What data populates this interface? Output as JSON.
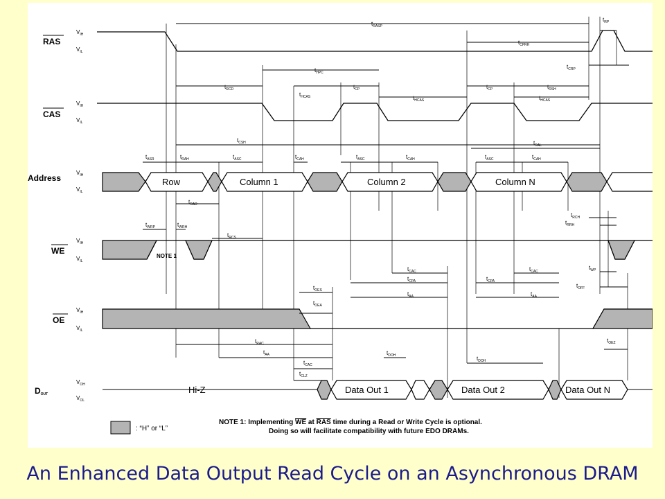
{
  "caption": "An Enhanced Data Output Read Cycle on an Asynchronous DRAM",
  "signals": {
    "ras": "RAS",
    "cas": "CAS",
    "address": "Address",
    "we": "WE",
    "oe": "OE",
    "dout": "D",
    "dout_sub": "OUT"
  },
  "levels": {
    "v": "V",
    "ih": "IH",
    "il": "IL",
    "oh": "OH",
    "ol": "OL"
  },
  "bus": {
    "row": "Row",
    "column1": "Column 1",
    "column2": "Column 2",
    "columnN": "Column N",
    "hiz": "Hi-Z",
    "dataout1": "Data Out 1",
    "dataout2": "Data Out 2",
    "dataoutN": "Data Out N"
  },
  "note1_marker": "NOTE 1",
  "timing": {
    "t": "t",
    "rasp": "RASP",
    "rp": "RP",
    "cprh": "CPRH",
    "crp": "CRP",
    "hpc": "HPC",
    "rcd": "RCD",
    "hcas": "HCAS",
    "cp": "CP",
    "rsh": "RSH",
    "csh": "CSH",
    "ral": "RAL",
    "asr": "ASR",
    "rah": "RAH",
    "asc": "ASC",
    "cah": "CAH",
    "rad": "RAD",
    "rch": "RCH",
    "rrh": "RRH",
    "wrp": "WRP",
    "wrh": "WRH",
    "rcs": "RCS",
    "cac": "CAC",
    "wp": "WP",
    "cpa": "CPA",
    "off": "OFF",
    "oes": "OES",
    "aa": "AA",
    "oea": "OEA",
    "rac": "RAC",
    "doh": "DOH",
    "oez": "OEZ",
    "clz": "CLZ"
  },
  "legend": {
    "text": ": “H” or “L”",
    "note_title": "NOTE 1:",
    "note_line1_a": "Implementing",
    "note_we": "WE",
    "note_line1_b": "at",
    "note_ras": "RAS",
    "note_line1_c": "time during a Read or Write Cycle is optional.",
    "note_line2": "Doing so will facilitate compatibility with future EDO DRAMs."
  },
  "colors": {
    "hatch": "#b4b4b4",
    "caption": "#1a1a8c",
    "background": "#ffffcc"
  }
}
